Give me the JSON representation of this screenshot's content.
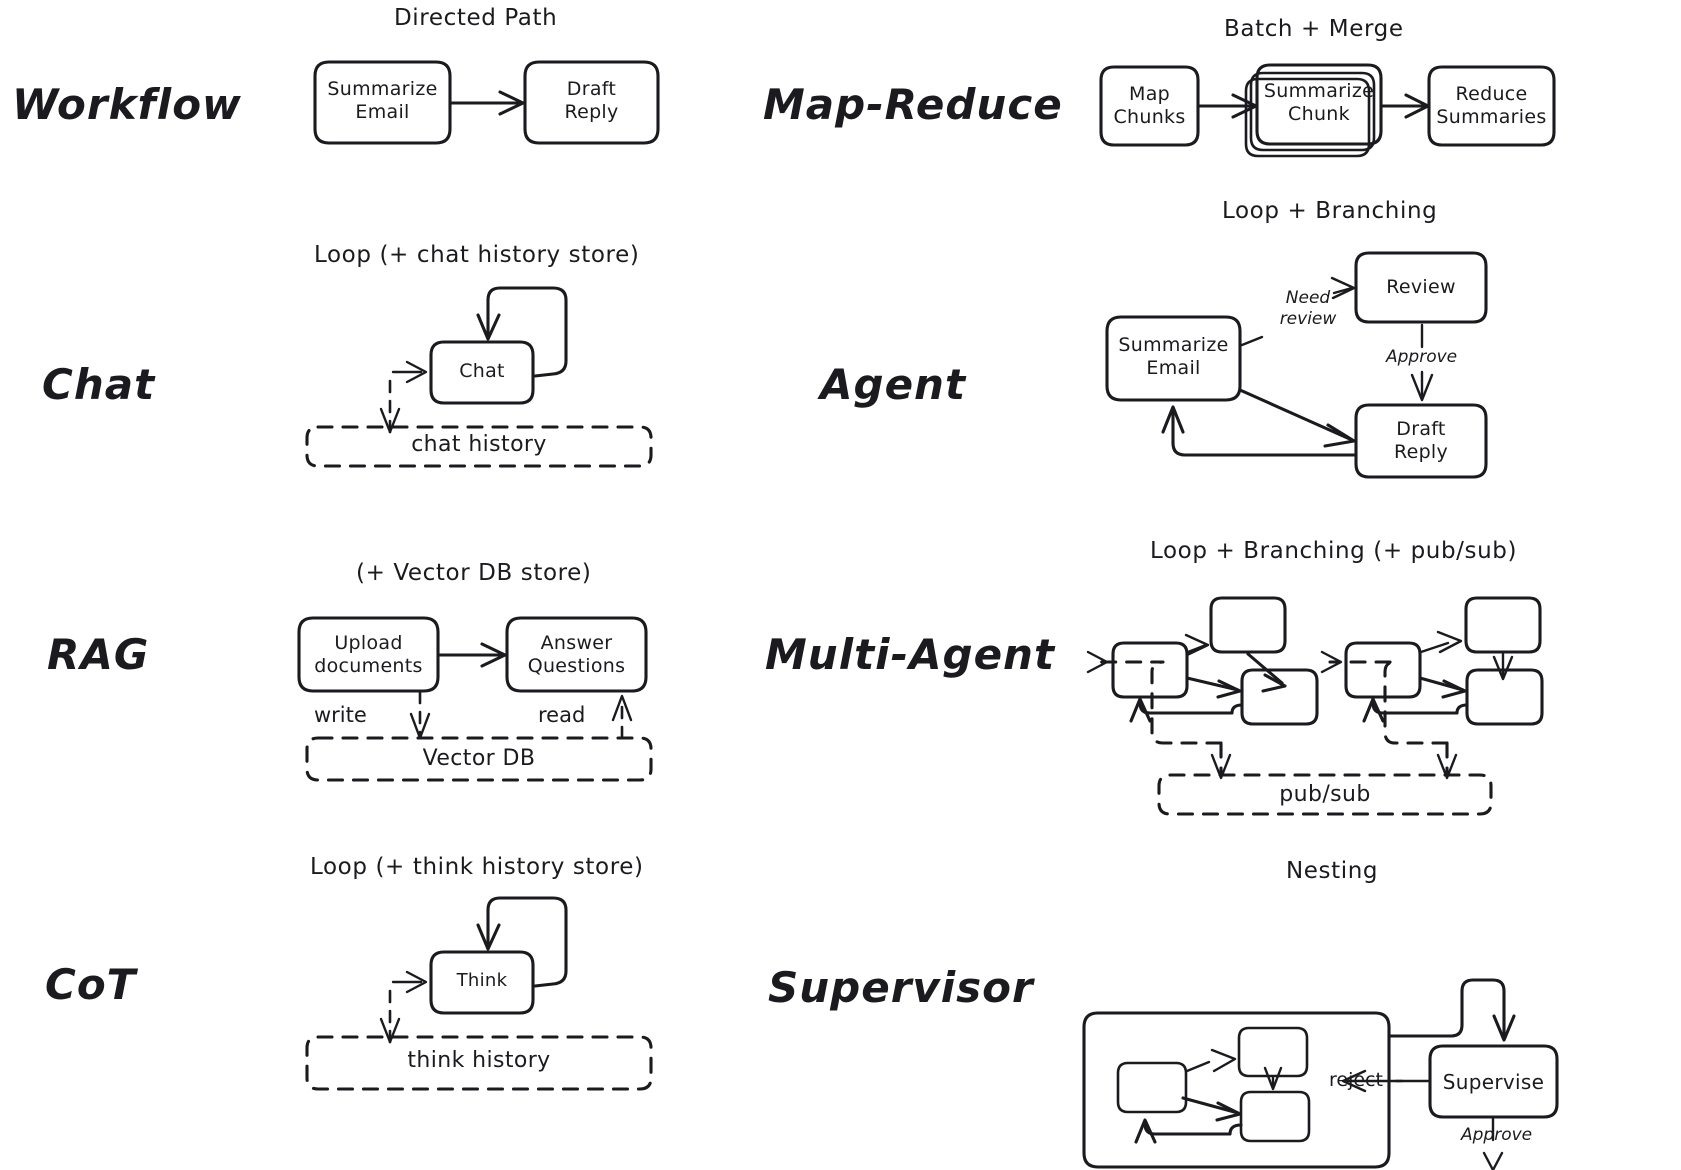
{
  "diagram": {
    "title_present": false,
    "background": "#ffffff",
    "ink": "#1b1b1f",
    "rows": [
      {
        "id": "workflow",
        "label": "Workflow",
        "caption": "Directed Path",
        "nodes": [
          {
            "name": "summarize-email",
            "text": "Summarize\nEmail"
          },
          {
            "name": "draft-reply",
            "text": "Draft\nReply"
          }
        ],
        "edge_labels": [],
        "store": null
      },
      {
        "id": "map-reduce",
        "label": "Map-Reduce",
        "caption": "Batch + Merge",
        "nodes": [
          {
            "name": "map-chunks",
            "text": "Map\nChunks"
          },
          {
            "name": "summarize-chunk",
            "text": "Summarize\nChunk",
            "stacked": true
          },
          {
            "name": "reduce-summaries",
            "text": "Reduce\nSummaries"
          }
        ],
        "edge_labels": [],
        "store": null
      },
      {
        "id": "chat",
        "label": "Chat",
        "caption": "Loop (+ chat history store)",
        "nodes": [
          {
            "name": "chat",
            "text": "Chat"
          }
        ],
        "edge_labels": [],
        "store": {
          "name": "chat-history-store",
          "text": "chat history"
        }
      },
      {
        "id": "agent",
        "label": "Agent",
        "caption": "Loop + Branching",
        "nodes": [
          {
            "name": "summarize-email",
            "text": "Summarize\nEmail"
          },
          {
            "name": "review",
            "text": "Review"
          },
          {
            "name": "draft-reply",
            "text": "Draft\nReply"
          }
        ],
        "edge_labels": [
          {
            "name": "need-review-label",
            "text": "Need\nreview"
          },
          {
            "name": "approve-label",
            "text": "Approve"
          }
        ],
        "store": null
      },
      {
        "id": "rag",
        "label": "RAG",
        "caption": "(+ Vector DB store)",
        "nodes": [
          {
            "name": "upload-documents",
            "text": "Upload\ndocuments"
          },
          {
            "name": "answer-questions",
            "text": "Answer\nQuestions"
          }
        ],
        "edge_labels": [
          {
            "name": "write-label",
            "text": "write"
          },
          {
            "name": "read-label",
            "text": "read"
          }
        ],
        "store": {
          "name": "vector-db-store",
          "text": "Vector DB"
        }
      },
      {
        "id": "multi-agent",
        "label": "Multi-Agent",
        "caption": "Loop + Branching (+ pub/sub)",
        "nodes": [],
        "edge_labels": [],
        "store": {
          "name": "pub-sub-store",
          "text": "pub/sub"
        }
      },
      {
        "id": "cot",
        "label": "CoT",
        "caption": "Loop (+ think history store)",
        "nodes": [
          {
            "name": "think",
            "text": "Think"
          }
        ],
        "edge_labels": [],
        "store": {
          "name": "think-history-store",
          "text": "think history"
        }
      },
      {
        "id": "supervisor",
        "label": "Supervisor",
        "caption": "Nesting",
        "nodes": [
          {
            "name": "supervise",
            "text": "Supervise"
          }
        ],
        "edge_labels": [
          {
            "name": "reject-label",
            "text": "reject"
          },
          {
            "name": "approve-label",
            "text": "Approve"
          }
        ],
        "store": null
      }
    ]
  },
  "labels": {
    "workflow": "Workflow",
    "map_reduce": "Map-Reduce",
    "chat": "Chat",
    "agent": "Agent",
    "rag": "RAG",
    "multi_agent": "Multi-Agent",
    "cot": "CoT",
    "supervisor": "Supervisor"
  },
  "captions": {
    "directed_path": "Directed Path",
    "batch_merge": "Batch + Merge",
    "loop_chat": "Loop (+ chat history store)",
    "loop_branching": "Loop + Branching",
    "vector_db": "(+ Vector DB store)",
    "loop_branching_pubsub": "Loop + Branching (+ pub/sub)",
    "loop_think": "Loop (+ think history store)",
    "nesting": "Nesting"
  },
  "nodes": {
    "summarize_email": "Summarize\nEmail",
    "draft_reply": "Draft\nReply",
    "map_chunks": "Map\nChunks",
    "summarize_chunk": "Summarize\nChunk",
    "reduce_summaries": "Reduce\nSummaries",
    "chat": "Chat",
    "review": "Review",
    "agent_summarize_email": "Summarize\nEmail",
    "agent_draft_reply": "Draft\nReply",
    "upload_documents": "Upload\ndocuments",
    "answer_questions": "Answer\nQuestions",
    "think": "Think",
    "supervise": "Supervise"
  },
  "stores": {
    "chat_history": "chat history",
    "vector_db": "Vector DB",
    "pub_sub": "pub/sub",
    "think_history": "think history"
  },
  "edge_labels": {
    "need_review": "Need\nreview",
    "approve": "Approve",
    "write": "write",
    "read": "read",
    "reject": "reject",
    "sup_approve": "Approve"
  }
}
